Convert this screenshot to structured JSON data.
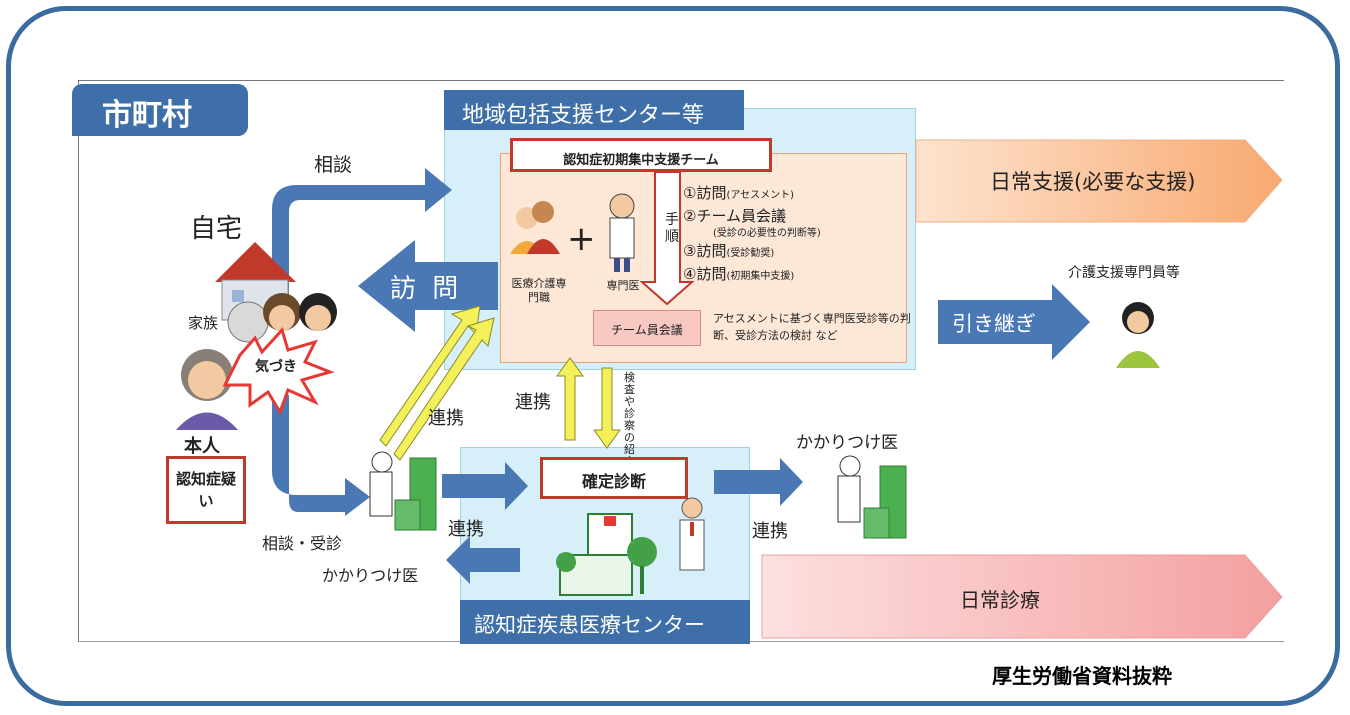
{
  "municipality": "市町村",
  "support_center": {
    "header": "地域包括支援センター等",
    "team_title": "認知症初期集中支援チーム",
    "procedure_label": "手順",
    "members": {
      "care_staff": "医療介護専門職",
      "specialist": "専門医"
    },
    "steps": [
      {
        "main": "①訪問",
        "sub": "(アセスメント)"
      },
      {
        "main": "②チーム員会議",
        "sub": ""
      },
      {
        "main": "③訪問",
        "sub": "(受診勧奨)"
      },
      {
        "main": "④訪問",
        "sub": "(初期集中支援)"
      }
    ],
    "step2_note": "(受診の必要性の判断等)",
    "meeting_box": "チーム員会議",
    "meeting_desc": "アセスメントに基づく専門医受診等の判断、受診方法の検討 など"
  },
  "home": {
    "title": "自宅",
    "family_label": "家族",
    "notice_label": "気づき",
    "person_label": "本人",
    "suspect_label": "認知症疑い",
    "consult_label": "相談",
    "visit_label": "訪 問"
  },
  "gp_left": {
    "label_line1": "相談・受診",
    "label_line2": "かかりつけ医"
  },
  "links": {
    "gp_to_center": "連携",
    "support_to_medical": "連携",
    "exam_referral": "検査や診察の紹介",
    "gp_to_medical": "連携",
    "diagnosis_to_gp": "連携"
  },
  "medical_center": {
    "footer": "認知症疾患医療センター",
    "diagnosis": "確定診断"
  },
  "right_side": {
    "daily_support": "日常支援(必要な支援)",
    "handover": "引き継ぎ",
    "care_manager": "介護支援専門員等",
    "gp_label": "かかりつけ医",
    "daily_care": "日常診療"
  },
  "credit": "厚生労働省資料抜粋",
  "colors": {
    "frame": "#3a6c9f",
    "header_blue": "#3e6fa8",
    "arrow_blue": "#4a78b5",
    "light_blue": "#d6eff8",
    "team_peach": "#fde7d7",
    "red_border": "#c0392b",
    "daily_support_orange": "#f8b27f",
    "daily_care_pink": "#f4a6a6",
    "yellow_arrow": "#f3f05a"
  }
}
